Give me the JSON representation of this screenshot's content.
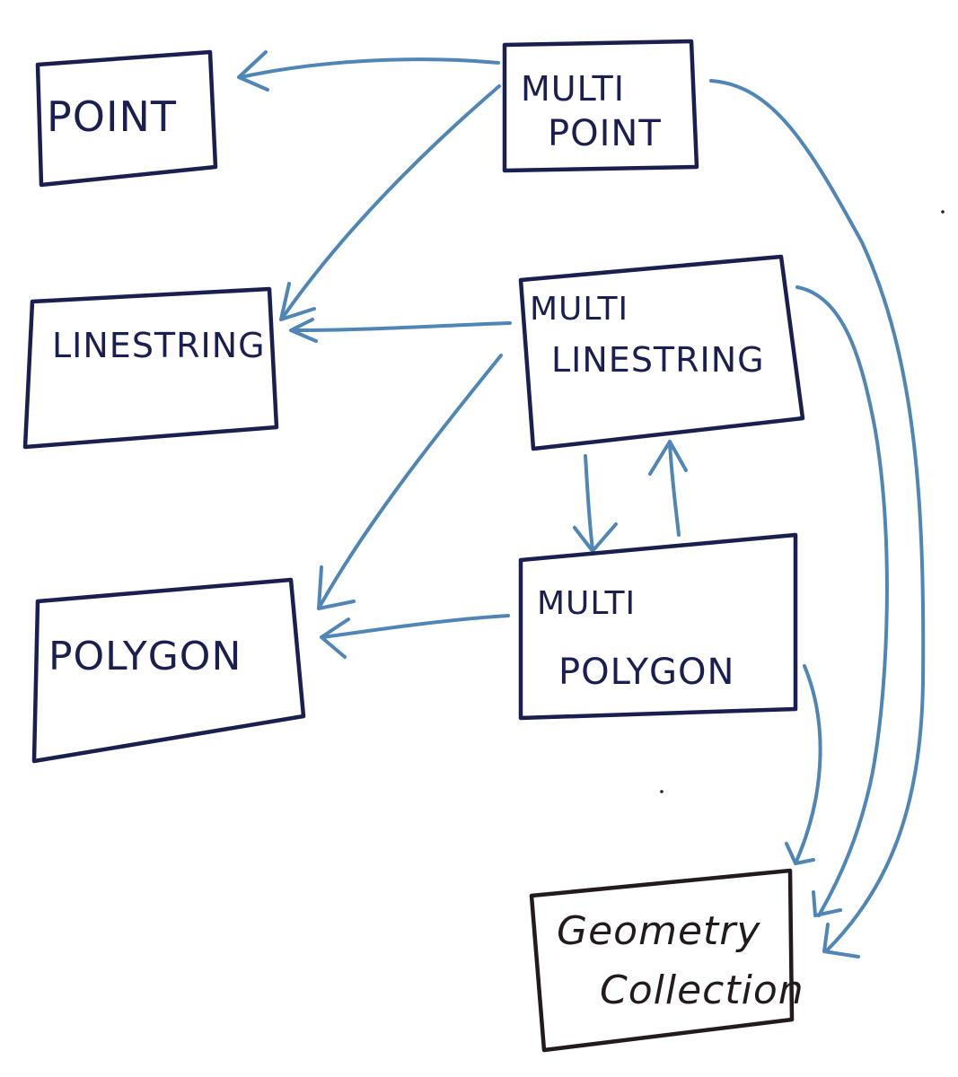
{
  "colors": {
    "box_stroke": "#1b1f4f",
    "box_text": "#1b1f4f",
    "collection_stroke": "#231a1c",
    "collection_text": "#231a1c",
    "arrow": "#4f86b5",
    "background": "#ffffff"
  },
  "nodes": {
    "point": {
      "lines": [
        "POINT"
      ]
    },
    "linestring": {
      "lines": [
        "LINESTRING"
      ]
    },
    "polygon": {
      "lines": [
        "POLYGON"
      ]
    },
    "multipoint": {
      "lines": [
        "MULTI",
        "POINT"
      ]
    },
    "multilinestring": {
      "lines": [
        "MULTI",
        "LINESTRING"
      ]
    },
    "multipolygon": {
      "lines": [
        "MULTI",
        "POLYGON"
      ]
    },
    "geometrycollection": {
      "lines": [
        "Geometry",
        "Collection"
      ]
    }
  },
  "edges": [
    {
      "from": "multipoint",
      "to": "point"
    },
    {
      "from": "multipoint",
      "to": "linestring"
    },
    {
      "from": "multipoint",
      "to": "geometrycollection"
    },
    {
      "from": "multilinestring",
      "to": "linestring"
    },
    {
      "from": "multilinestring",
      "to": "polygon"
    },
    {
      "from": "multilinestring",
      "to": "multipolygon"
    },
    {
      "from": "multipolygon",
      "to": "multilinestring"
    },
    {
      "from": "multilinestring",
      "to": "geometrycollection"
    },
    {
      "from": "multipolygon",
      "to": "polygon"
    },
    {
      "from": "multipolygon",
      "to": "geometrycollection"
    }
  ]
}
